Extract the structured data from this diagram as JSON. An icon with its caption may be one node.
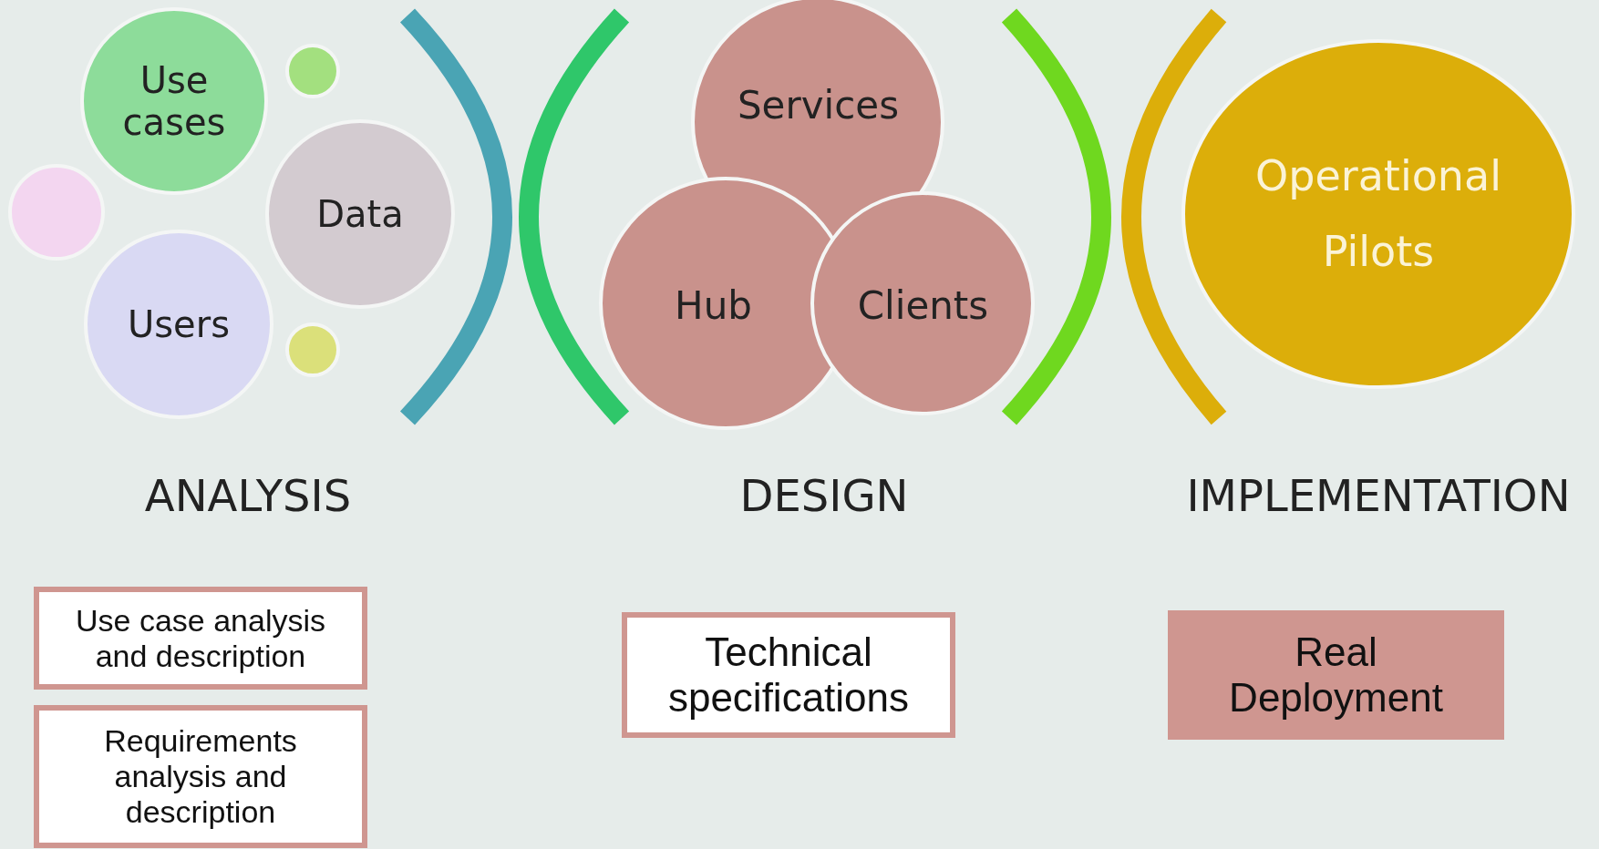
{
  "diagram": {
    "nodes": [
      {
        "text": [
          "Use cases"
        ]
      },
      {
        "text": [],
        "shape": "circle"
      },
      {
        "text": [],
        "shape": "circle"
      },
      {
        "text": [
          "Data"
        ]
      },
      {
        "text": [
          "Users"
        ]
      },
      {
        "text": [],
        "shape": "circle"
      },
      {
        "text": [
          "Services"
        ]
      },
      {
        "text": [
          "Hub"
        ]
      },
      {
        "text": [
          "Clients"
        ]
      },
      {
        "text": [
          "Operational Pilots"
        ]
      },
      {
        "text": [
          "Use case analysis and description"
        ]
      },
      {
        "text": [
          "Requirements analysis and description"
        ]
      },
      {
        "text": [
          "Technical specifications"
        ]
      },
      {
        "text": [
          "Real Deployment"
        ]
      }
    ],
    "edges": [],
    "labels": [
      "ANALYSIS",
      "DESIGN",
      "IMPLEMENTATION"
    ]
  }
}
